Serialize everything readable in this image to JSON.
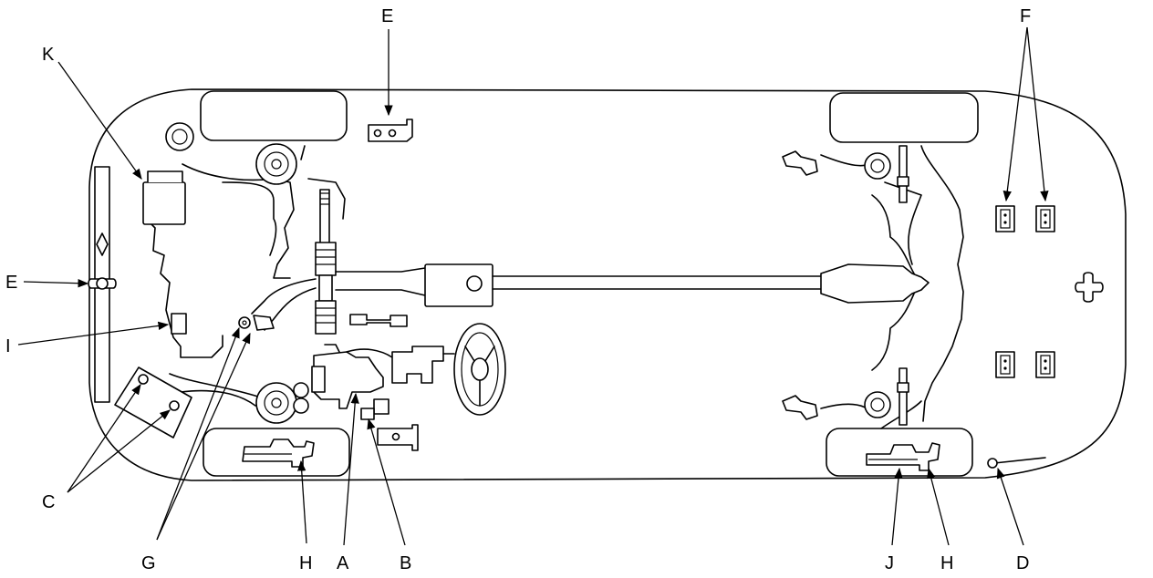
{
  "labels": {
    "k": "K",
    "e_top": "E",
    "f": "F",
    "e_left": "E",
    "i": "I",
    "c": "C",
    "g": "G",
    "h_left": "H",
    "a": "A",
    "b": "B",
    "j": "J",
    "h_right": "H",
    "d": "D"
  }
}
